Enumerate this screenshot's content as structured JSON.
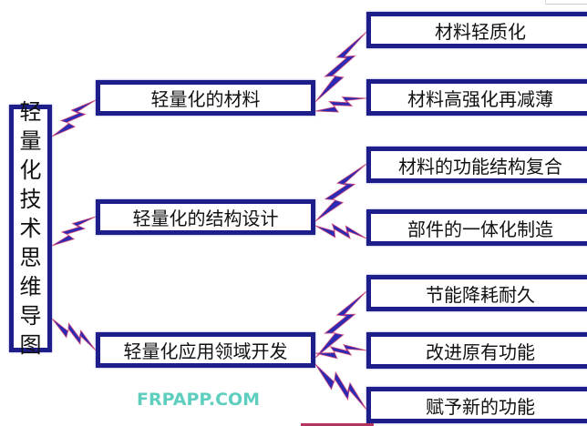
{
  "root": {
    "title_chars": [
      "轻",
      "量",
      "化",
      "技",
      "术",
      "思",
      "维",
      "导",
      "图"
    ]
  },
  "branches": [
    {
      "label": "轻量化的材料",
      "children": [
        "材料轻质化",
        "材料高强化再减薄"
      ]
    },
    {
      "label": "轻量化的结构设计",
      "children": [
        "材料的功能结构复合",
        "部件的一体化制造"
      ]
    },
    {
      "label": "轻量化应用领域开发",
      "children": [
        "节能降耗耐久",
        "改进原有功能",
        "赋予新的功能"
      ]
    }
  ],
  "watermark": "FRPAPP.COM",
  "colors": {
    "border": "#1e1e8a",
    "bolt": "#2a2ab4",
    "bolt_edge": "#d04a7a"
  }
}
